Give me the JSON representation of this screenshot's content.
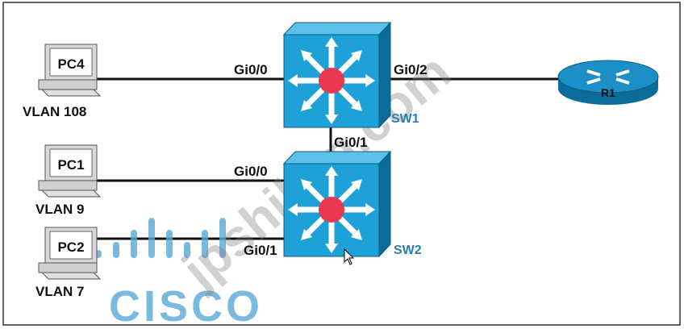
{
  "devices": {
    "pc4": {
      "name": "PC4",
      "vlan": "VLAN 108"
    },
    "pc1": {
      "name": "PC1",
      "vlan": "VLAN 9"
    },
    "pc2": {
      "name": "PC2",
      "vlan": "VLAN 7"
    },
    "sw1": {
      "name": "SW1"
    },
    "sw2": {
      "name": "SW2"
    },
    "r1": {
      "name": "R1"
    }
  },
  "interfaces": {
    "sw1_pc4": "Gi0/0",
    "sw1_r1": "Gi0/2",
    "sw1_sw2": "Gi0/1",
    "sw2_pc1": "Gi0/0",
    "sw2_pc2": "Gi0/1"
  },
  "watermarks": {
    "site": "jpshiken.com",
    "logo": "CISCO"
  },
  "colors": {
    "switch_front": "#1da1d6",
    "switch_side": "#0a6d99",
    "switch_center": "#e8384f",
    "router": "#1c8fc6",
    "watermark": "#5aa9d6"
  }
}
